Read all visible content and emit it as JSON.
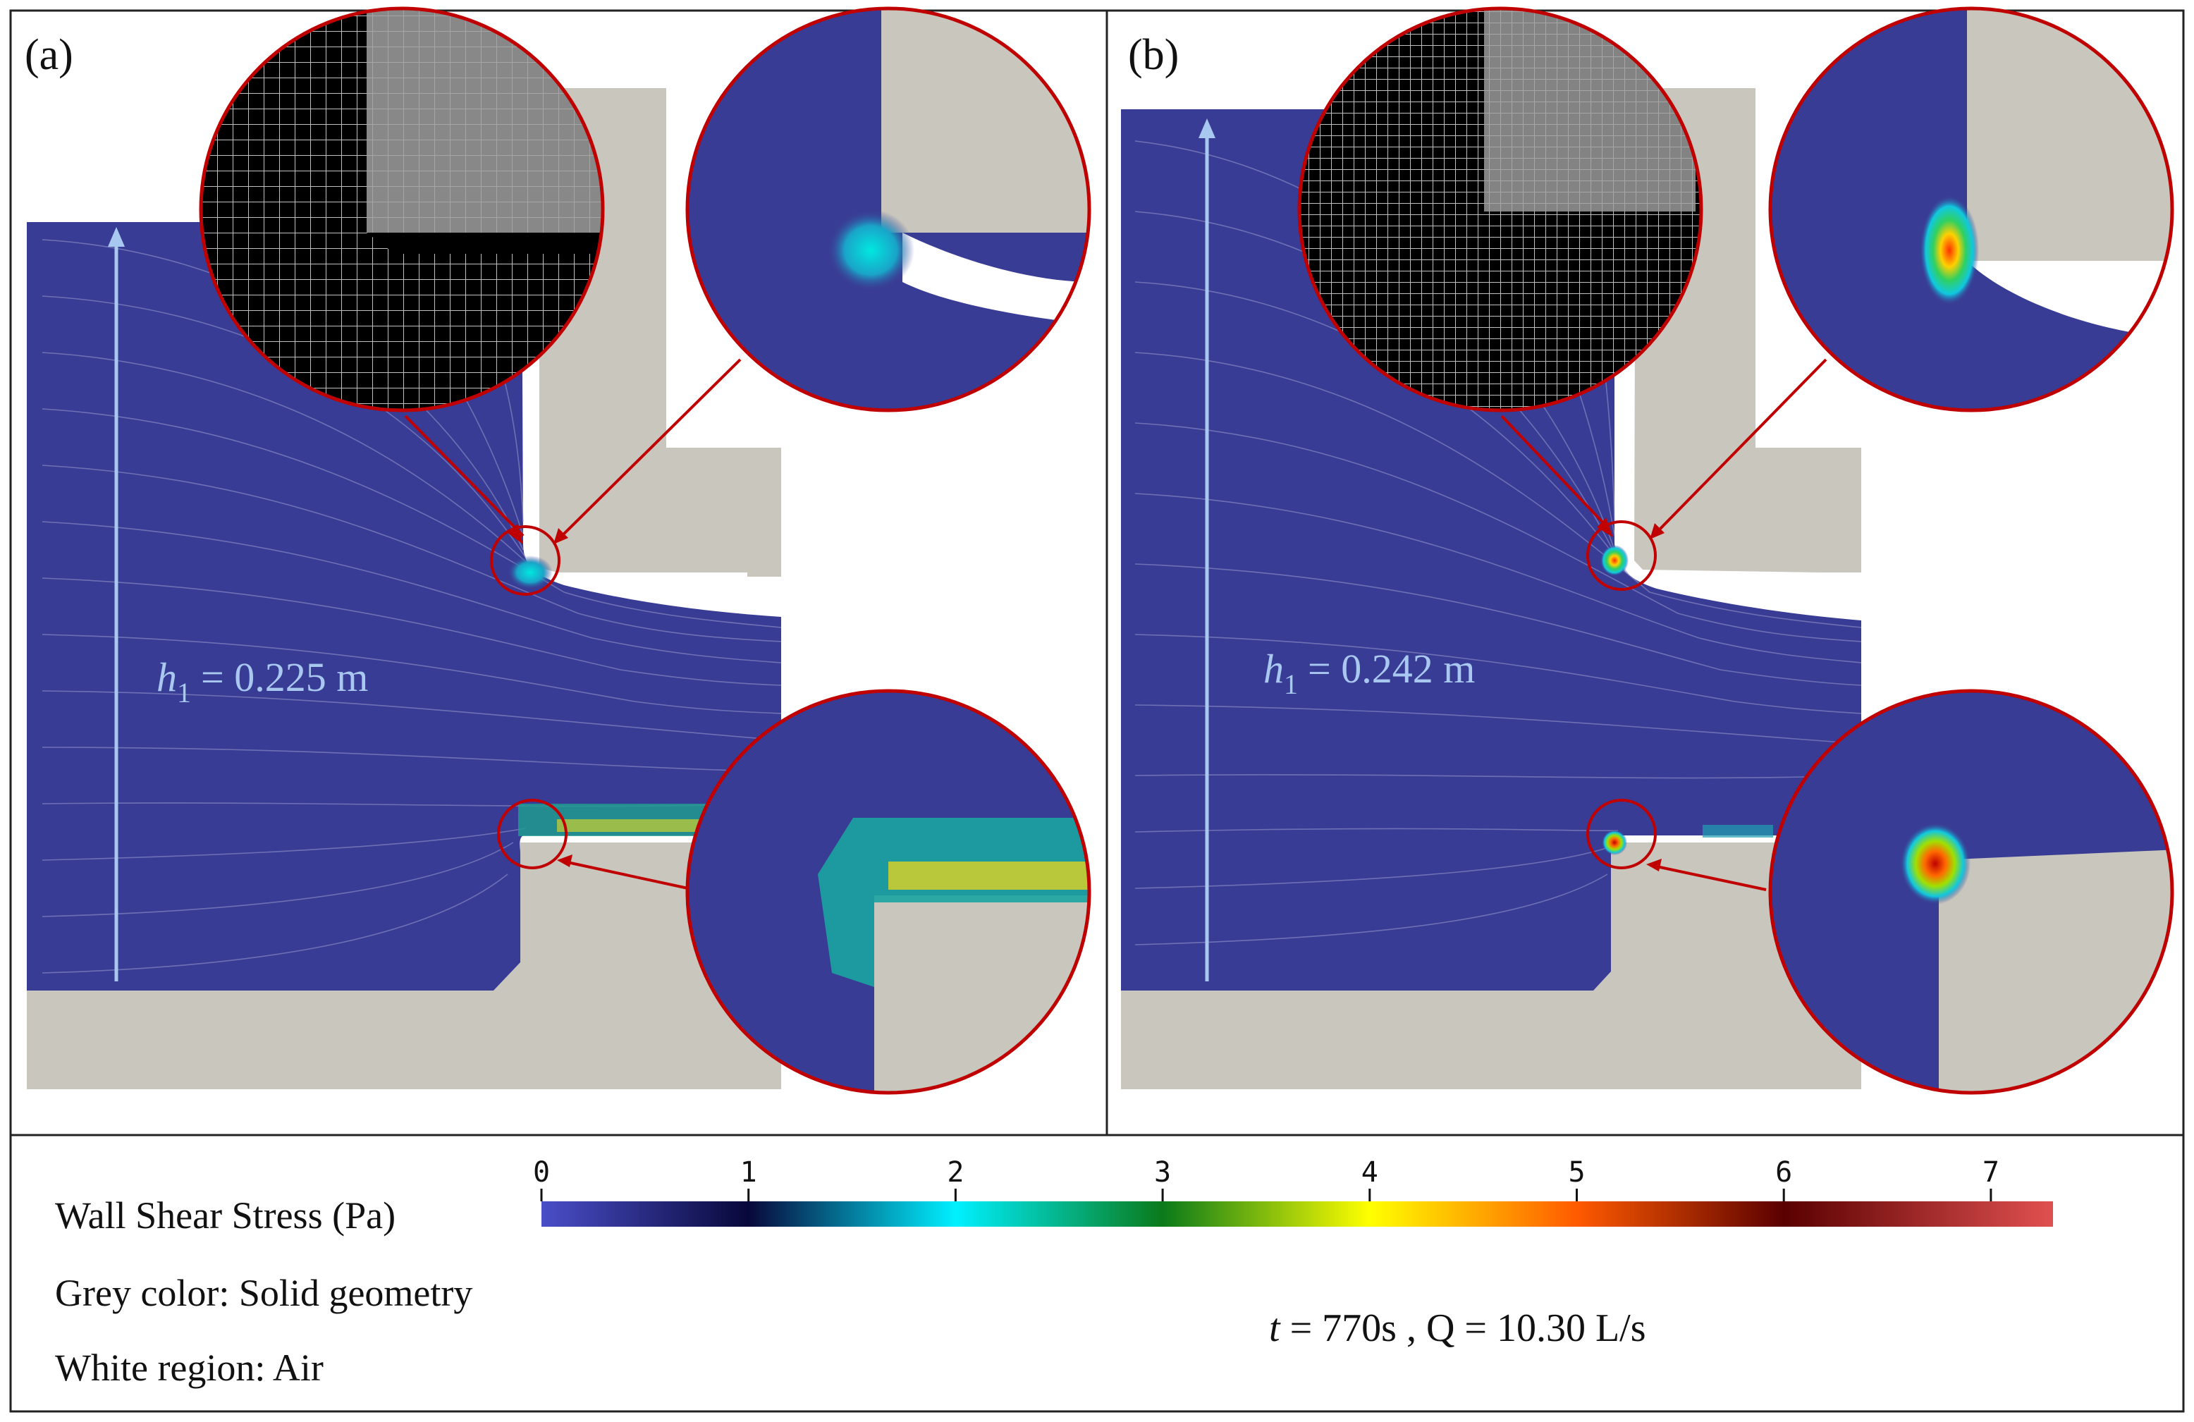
{
  "panels": [
    {
      "label": "(a)",
      "h_symbol": "h",
      "h_subscript": "1",
      "h_value": "= 0.225 m"
    },
    {
      "label": "(b)",
      "h_symbol": "h",
      "h_subscript": "1",
      "h_value": "= 0.242 m"
    }
  ],
  "legend": {
    "title": "Wall Shear Stress (Pa)",
    "note_solid": "Grey color: Solid geometry",
    "note_air": "White region: Air",
    "condition_symbol": "t",
    "condition_text": " = 770s , Q = 10.30 L/s",
    "colorbar": {
      "ticks": [
        "0",
        "1",
        "2",
        "3",
        "4",
        "5",
        "6",
        "7"
      ],
      "min": 0,
      "max": 7.3,
      "stops": [
        "#4a4ec8",
        "#08083a",
        "#00f0ff",
        "#0a7a1a",
        "#ffff00",
        "#ff5a00",
        "#5a0000",
        "#e05050"
      ]
    }
  },
  "colors": {
    "water": "#393c94",
    "solid": "#c9c6bd",
    "air": "#ffffff",
    "callout": "#c00000",
    "marker": "#a9c8f0",
    "mesh_bg": "#000000",
    "mesh_solid": "#a0a0a0"
  }
}
